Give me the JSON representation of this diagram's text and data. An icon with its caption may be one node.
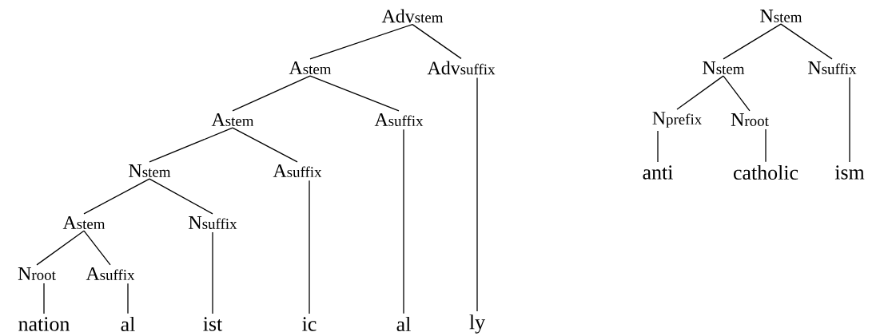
{
  "diagram": {
    "nodes": [
      {
        "text": [
          "Adv",
          "stem"
        ]
      },
      {
        "text": [
          "A",
          "stem"
        ]
      },
      {
        "text": [
          "Adv",
          "suffix"
        ]
      },
      {
        "text": [
          "A",
          "stem"
        ]
      },
      {
        "text": [
          "A",
          "suffix"
        ]
      },
      {
        "text": [
          "N",
          "stem"
        ]
      },
      {
        "text": [
          "A",
          "suffix"
        ]
      },
      {
        "text": [
          "A",
          "stem"
        ]
      },
      {
        "text": [
          "N",
          "suffix"
        ]
      },
      {
        "text": [
          "N",
          "root"
        ]
      },
      {
        "text": [
          "A",
          "suffix"
        ]
      },
      {
        "text": [
          "nation"
        ]
      },
      {
        "text": [
          "al"
        ]
      },
      {
        "text": [
          "ist"
        ]
      },
      {
        "text": [
          "ic"
        ]
      },
      {
        "text": [
          "al"
        ]
      },
      {
        "text": [
          "ly"
        ]
      },
      {
        "text": [
          "N",
          "stem"
        ]
      },
      {
        "text": [
          "N",
          "stem"
        ]
      },
      {
        "text": [
          "N",
          "suffix"
        ]
      },
      {
        "text": [
          "N",
          "prefix"
        ]
      },
      {
        "text": [
          "N",
          "root"
        ]
      },
      {
        "text": [
          "anti"
        ]
      },
      {
        "text": [
          "catholic"
        ]
      },
      {
        "text": [
          "ism"
        ]
      }
    ],
    "edges": [
      {
        "from": 0,
        "to": 1,
        "arrow": "none"
      },
      {
        "from": 0,
        "to": 2,
        "arrow": "none"
      },
      {
        "from": 1,
        "to": 3,
        "arrow": "none"
      },
      {
        "from": 1,
        "to": 4,
        "arrow": "none"
      },
      {
        "from": 3,
        "to": 5,
        "arrow": "none"
      },
      {
        "from": 3,
        "to": 6,
        "arrow": "none"
      },
      {
        "from": 5,
        "to": 7,
        "arrow": "none"
      },
      {
        "from": 5,
        "to": 8,
        "arrow": "none"
      },
      {
        "from": 7,
        "to": 9,
        "arrow": "none"
      },
      {
        "from": 7,
        "to": 10,
        "arrow": "none"
      },
      {
        "from": 9,
        "to": 11,
        "arrow": "none"
      },
      {
        "from": 10,
        "to": 12,
        "arrow": "none"
      },
      {
        "from": 8,
        "to": 13,
        "arrow": "none"
      },
      {
        "from": 6,
        "to": 14,
        "arrow": "none"
      },
      {
        "from": 4,
        "to": 15,
        "arrow": "none"
      },
      {
        "from": 2,
        "to": 16,
        "arrow": "none"
      },
      {
        "from": 17,
        "to": 18,
        "arrow": "none"
      },
      {
        "from": 17,
        "to": 19,
        "arrow": "none"
      },
      {
        "from": 18,
        "to": 20,
        "arrow": "none"
      },
      {
        "from": 18,
        "to": 21,
        "arrow": "none"
      },
      {
        "from": 20,
        "to": 22,
        "arrow": "none"
      },
      {
        "from": 21,
        "to": 23,
        "arrow": "none"
      },
      {
        "from": 19,
        "to": 24,
        "arrow": "none"
      }
    ]
  }
}
